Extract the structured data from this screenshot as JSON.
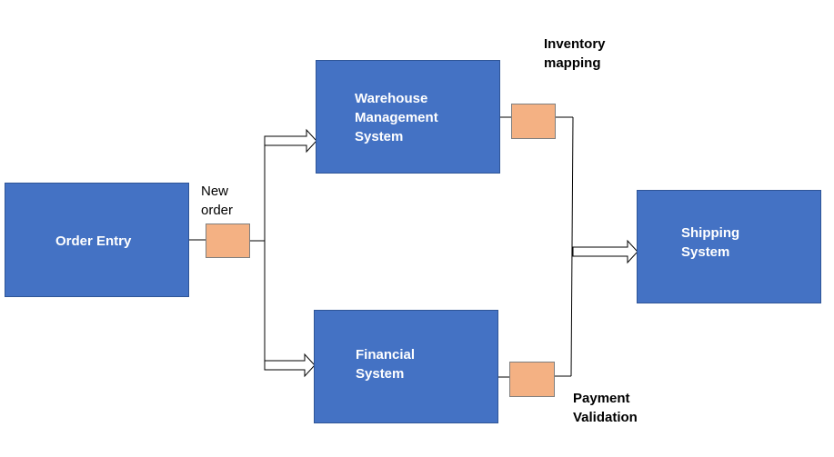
{
  "boxes": {
    "order_entry": "Order Entry",
    "warehouse": [
      "Warehouse",
      "Management",
      "System"
    ],
    "financial": [
      "Financial",
      "System"
    ],
    "shipping": [
      "Shipping",
      "System"
    ]
  },
  "labels": {
    "new_order": [
      "New",
      "order"
    ],
    "inventory_mapping": [
      "Inventory",
      "mapping"
    ],
    "payment_validation": [
      "Payment",
      "Validation"
    ]
  },
  "colors": {
    "box_fill": "#4472c4",
    "message_fill": "#f4b183",
    "connector": "#000000"
  }
}
